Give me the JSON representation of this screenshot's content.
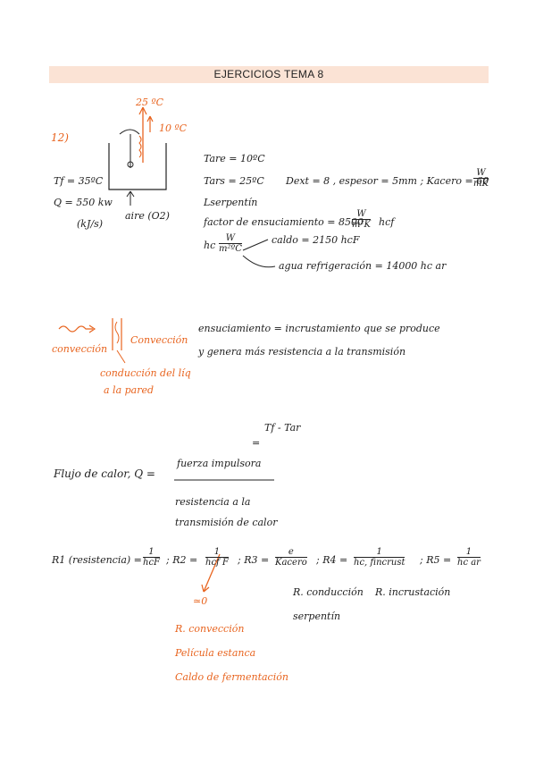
{
  "header": {
    "title": "EJERCICIOS TEMA 8"
  },
  "diagram": {
    "problem": "12)",
    "temp_top": "25 ºC",
    "temp_right": "10 ºC",
    "tf": "Tf = 35ºC",
    "q": "Q = 550 kw",
    "units": "(kJ/s)",
    "aire": "aire (O2)"
  },
  "data": {
    "tare": "Tare = 10ºC",
    "tars": "Tars = 25ºC",
    "dext": "Dext = 8 , espesor = 5mm ; Kacero = 60",
    "dext_unit_num": "W",
    "dext_unit_den": "mK",
    "serpentin": "Lserpentín",
    "factor": "factor de ensuciamiento = 8500",
    "factor_unit_num": "W",
    "factor_unit_den": "m²K",
    "factor_tag": "hcf",
    "hc_label": "hc",
    "hc_unit_num": "W",
    "hc_unit_den": "m²ºC",
    "caldo": "caldo = 2150 hcF",
    "agua": "agua refrigeración = 14000   hc ar"
  },
  "mechanisms": {
    "conveccion_left": "convección",
    "conveccion_right": "Convección",
    "conduccion": "conducción del líq",
    "a_la_pared": "a la pared",
    "ensuciamiento_1": "ensuciamiento = incrustamiento que se produce",
    "ensuciamiento_2": "y genera más resistencia a la transmisión"
  },
  "flux": {
    "top_formula": "Tf - Tar",
    "equals": "=",
    "label": "Flujo de calor, Q =",
    "numerator": "fuerza impulsora",
    "denominator_1": "resistencia a la",
    "denominator_2": "transmisión de calor"
  },
  "resistances": {
    "r1_label": "R1 (resistencia) =",
    "r1_num": "1",
    "r1_den": "hcF",
    "r2_label": "; R2 =",
    "r2_num": "1",
    "r2_den": "hcf F",
    "r3_label": "; R3 =",
    "r3_num": "e",
    "r3_den": "Kacero",
    "r4_label": "; R4 =",
    "r4_num": "1",
    "r4_den": "hc, fincrust",
    "r5_label": "; R5 =",
    "r5_num": "1",
    "r5_den": "hc ar",
    "approx_zero": "≃0",
    "cond_label": "R. conducción",
    "serp_label": "serpentín",
    "incrust_label": "R. incrustación",
    "orange_1": "R. convección",
    "orange_2": "Película estanca",
    "orange_3": "Caldo de fermentación"
  },
  "colors": {
    "accent": "#e8641f",
    "header_bg": "#fbe3d5",
    "ink": "#1e1e1e"
  }
}
